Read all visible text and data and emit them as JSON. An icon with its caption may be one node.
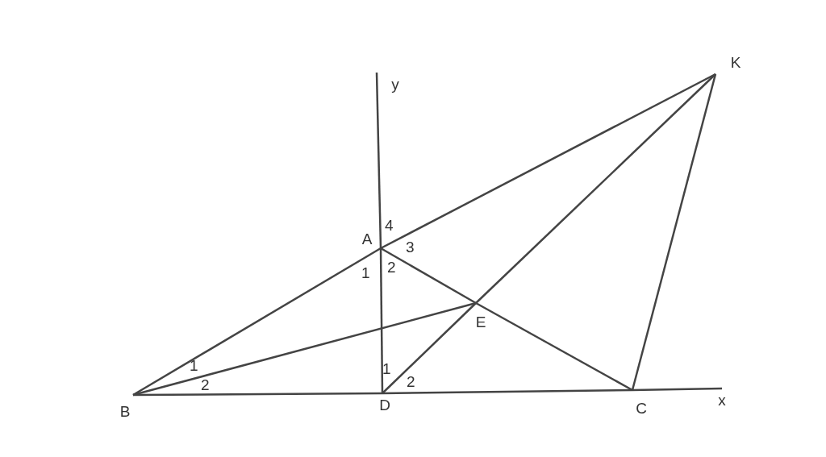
{
  "diagram": {
    "nodes": [
      {
        "text": [
          "y"
        ]
      },
      {
        "text": [
          "K"
        ]
      },
      {
        "text": [
          "A"
        ]
      },
      {
        "text": [
          "E"
        ]
      },
      {
        "text": [
          "B"
        ]
      },
      {
        "text": [
          "D"
        ]
      },
      {
        "text": [
          "C"
        ]
      },
      {
        "text": [
          "x"
        ]
      }
    ],
    "edges": [
      {
        "from": 4,
        "to": 5,
        "arrow": "none"
      },
      {
        "from": 5,
        "to": 6,
        "arrow": "none"
      },
      {
        "from": 6,
        "to": 7,
        "arrow": "none"
      },
      {
        "from": 5,
        "to": 2,
        "arrow": "none"
      },
      {
        "from": 2,
        "to": 0,
        "arrow": "none"
      },
      {
        "from": 4,
        "to": 2,
        "arrow": "none"
      },
      {
        "from": 2,
        "to": 1,
        "arrow": "none"
      },
      {
        "from": 2,
        "to": 3,
        "arrow": "none"
      },
      {
        "from": 3,
        "to": 6,
        "arrow": "none"
      },
      {
        "from": 4,
        "to": 3,
        "arrow": "none"
      },
      {
        "from": 5,
        "to": 3,
        "arrow": "none"
      },
      {
        "from": 3,
        "to": 1,
        "arrow": "none"
      },
      {
        "from": 6,
        "to": 1,
        "arrow": "none"
      }
    ],
    "labels": [
      "4",
      "3",
      "2",
      "1",
      "1",
      "2",
      "1",
      "2"
    ]
  }
}
